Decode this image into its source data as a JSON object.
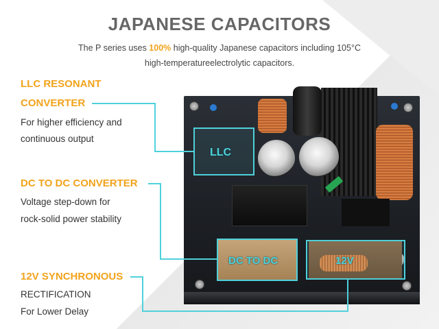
{
  "header": {
    "title": "JAPANESE CAPACITORS",
    "subtitle_before": "The P series uses ",
    "subtitle_highlight": "100%",
    "subtitle_after": " high-quality Japanese capacitors including 105°C",
    "subtitle_line2": "high-temperatureelectrolytic capacitors."
  },
  "features": [
    {
      "title_line1": "LLC RESONANT",
      "title_line2": "CONVERTER",
      "desc_line1": "For higher efficiency and",
      "desc_line2": "continuous output"
    },
    {
      "title_line1": "DC TO DC CONVERTER",
      "desc_line1": "Voltage step-down for",
      "desc_line2": "rock-solid power stability"
    },
    {
      "title_line1": "12V SYNCHRONOUS",
      "desc_line1": "RECTIFICATION",
      "desc_line2": "For Lower Delay"
    }
  ],
  "board_labels": {
    "llc": "LLC",
    "dc": "DC TO DC",
    "v12": "12V"
  },
  "colors": {
    "accent_orange": "#f2a31b",
    "highlight_cyan": "#4fd1db",
    "title_gray": "#666666"
  }
}
